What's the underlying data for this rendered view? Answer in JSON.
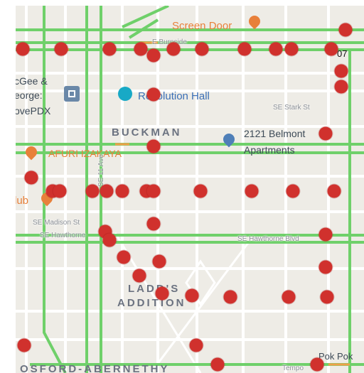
{
  "map": {
    "places": {
      "screen_door": "Screen Door",
      "revolution_hall": "Revolution Hall",
      "mcgee_line1": "cGee &",
      "mcgee_line2": "eorge:",
      "lovepdx": "ovePDX",
      "belmont_line1": "2121 Belmont",
      "belmont_line2": "Apartments",
      "afuri": "AFURI IZAKAYA",
      "club": "lub",
      "pok_pok": "Pok Pok",
      "tempo": "Tempo"
    },
    "neighborhoods": {
      "buckman": "BUCKMAN",
      "ladds_line1": "LADD'S",
      "ladds_line2": "ADDITION",
      "hosford": "OSFORD-ABERNETHY"
    },
    "streets": {
      "burnside": "E Burnside",
      "stark": "SE Stark St",
      "madison": "SE Madison St",
      "hawthorne_w": "SE Hawthorne",
      "hawthorne_e": "SE Hawthorne Blvd",
      "ave_12": "SE 11 Ave"
    },
    "badge_text": "07",
    "colors": {
      "marker": "#d0312d",
      "traffic": "#6fd06a",
      "road": "#ffffff",
      "background": "#f1efe8"
    }
  }
}
